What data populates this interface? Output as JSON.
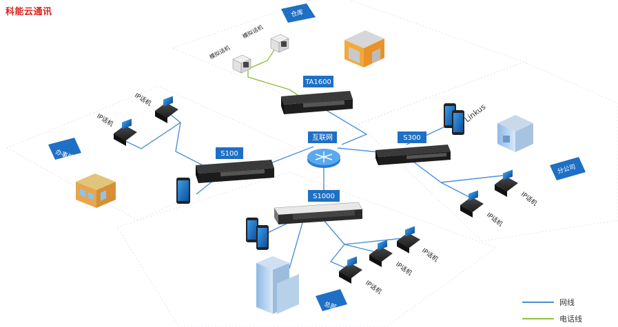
{
  "brand": "科能云通讯",
  "locations": {
    "warehouse": "仓库",
    "office": "办事处",
    "branch": "分公司",
    "headquarters": "总部"
  },
  "devices": {
    "ta1600": "TA1600",
    "s100": "S100",
    "s300": "S300",
    "s1000": "S1000",
    "internet": "互联网",
    "linkus": "Linkus"
  },
  "phones": {
    "analog": "模拟话机",
    "ip": "IP话机"
  },
  "legend": {
    "network": "网线",
    "phone_line": "电话线"
  },
  "colors": {
    "brand": "#d8211d",
    "device_label_bg": "#1f6fc4",
    "network_line": "#4a8fd8",
    "phone_line": "#8fbf3c"
  }
}
